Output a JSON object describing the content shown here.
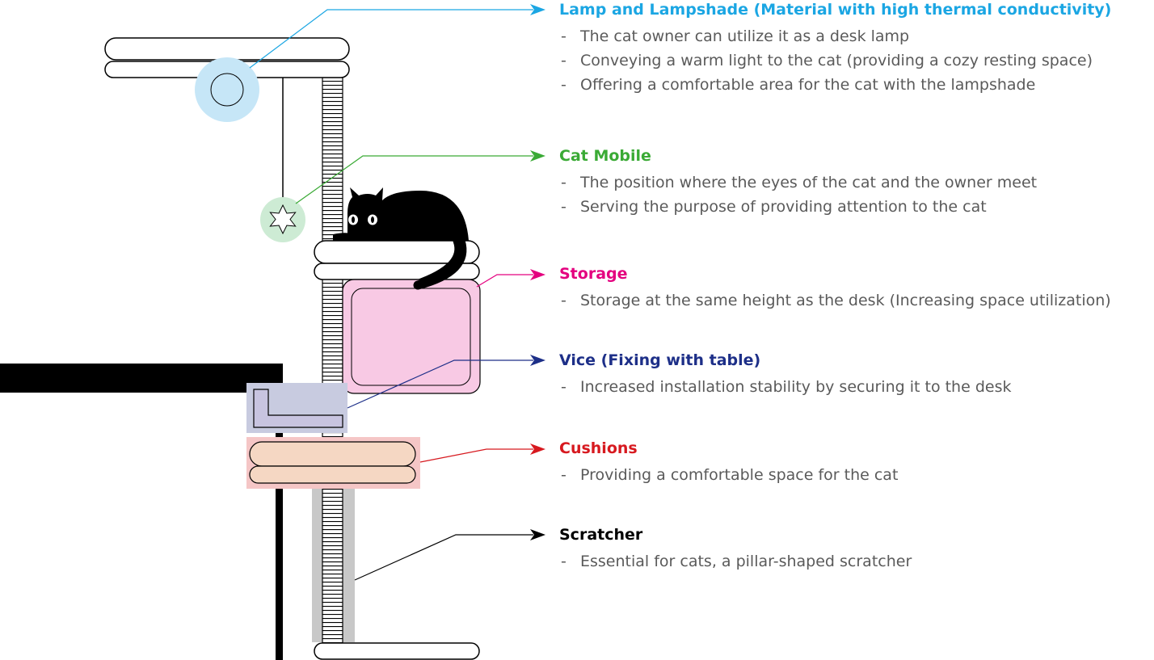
{
  "colors": {
    "lamp": "#1ba6e3",
    "mobile": "#3aaa35",
    "storage": "#e4007f",
    "vice": "#1d2f88",
    "cushions": "#d7191f",
    "scratcher": "#000000",
    "bullet_text": "#5a5a5a"
  },
  "sections": [
    {
      "key": "lamp",
      "title": "Lamp and Lampshade (Material with high thermal conductivity)",
      "items": [
        "The cat owner can utilize it as a desk lamp",
        "Conveying a warm light to the cat (providing a cozy resting space)",
        "Offering a comfortable area for the cat with the lampshade"
      ]
    },
    {
      "key": "mobile",
      "title": "Cat Mobile",
      "items": [
        "The position where the eyes of the cat and the owner meet",
        "Serving the purpose of providing attention to the cat"
      ]
    },
    {
      "key": "storage",
      "title": "Storage",
      "items": [
        "Storage at the same height as the desk (Increasing space utilization)"
      ]
    },
    {
      "key": "vice",
      "title": "Vice (Fixing with table)",
      "items": [
        "Increased installation stability by securing it to the desk"
      ]
    },
    {
      "key": "cushions",
      "title": "Cushions",
      "items": [
        "Providing a comfortable space for the cat"
      ]
    },
    {
      "key": "scratcher",
      "title": "Scratcher",
      "items": [
        "Essential for cats, a pillar-shaped scratcher"
      ]
    }
  ]
}
